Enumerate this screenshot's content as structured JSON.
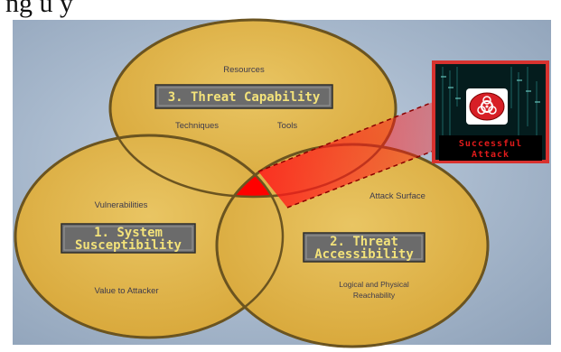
{
  "caption": "ng  u   y",
  "diagram": {
    "circles": {
      "capability": {
        "title": "3. Threat Capability",
        "labels": [
          "Resources",
          "Techniques",
          "Tools"
        ]
      },
      "susceptibility": {
        "title_line1": "1. System",
        "title_line2": "Susceptibility",
        "labels": [
          "Vulnerabilities",
          "Value to Attacker"
        ]
      },
      "accessibility": {
        "title_line1": "2. Threat",
        "title_line2": "Accessibility",
        "labels": [
          "Attack Surface",
          "Logical and Physical",
          "Reachability"
        ]
      }
    },
    "attack_panel": {
      "line1": "Successful",
      "line2": "Attack",
      "icon": "biohazard-icon"
    },
    "colors": {
      "circle_fill": "#e3b54a",
      "circle_stroke": "#6b5420",
      "box_fill": "#6b6b6b",
      "intersection": "#ff0000",
      "alert_text": "#e11b1b"
    }
  }
}
